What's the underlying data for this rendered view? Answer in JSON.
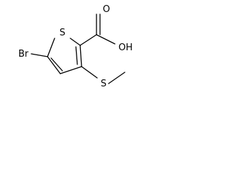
{
  "structure": {
    "atoms": {
      "sulfur_ring": "S",
      "bromine": "Br",
      "hydroxyl": "OH",
      "carbonyl_oxygen": "O",
      "sulfur_methyl": "S"
    },
    "colors": {
      "bond": "#000000",
      "label": "#000000",
      "background": "#ffffff"
    }
  }
}
